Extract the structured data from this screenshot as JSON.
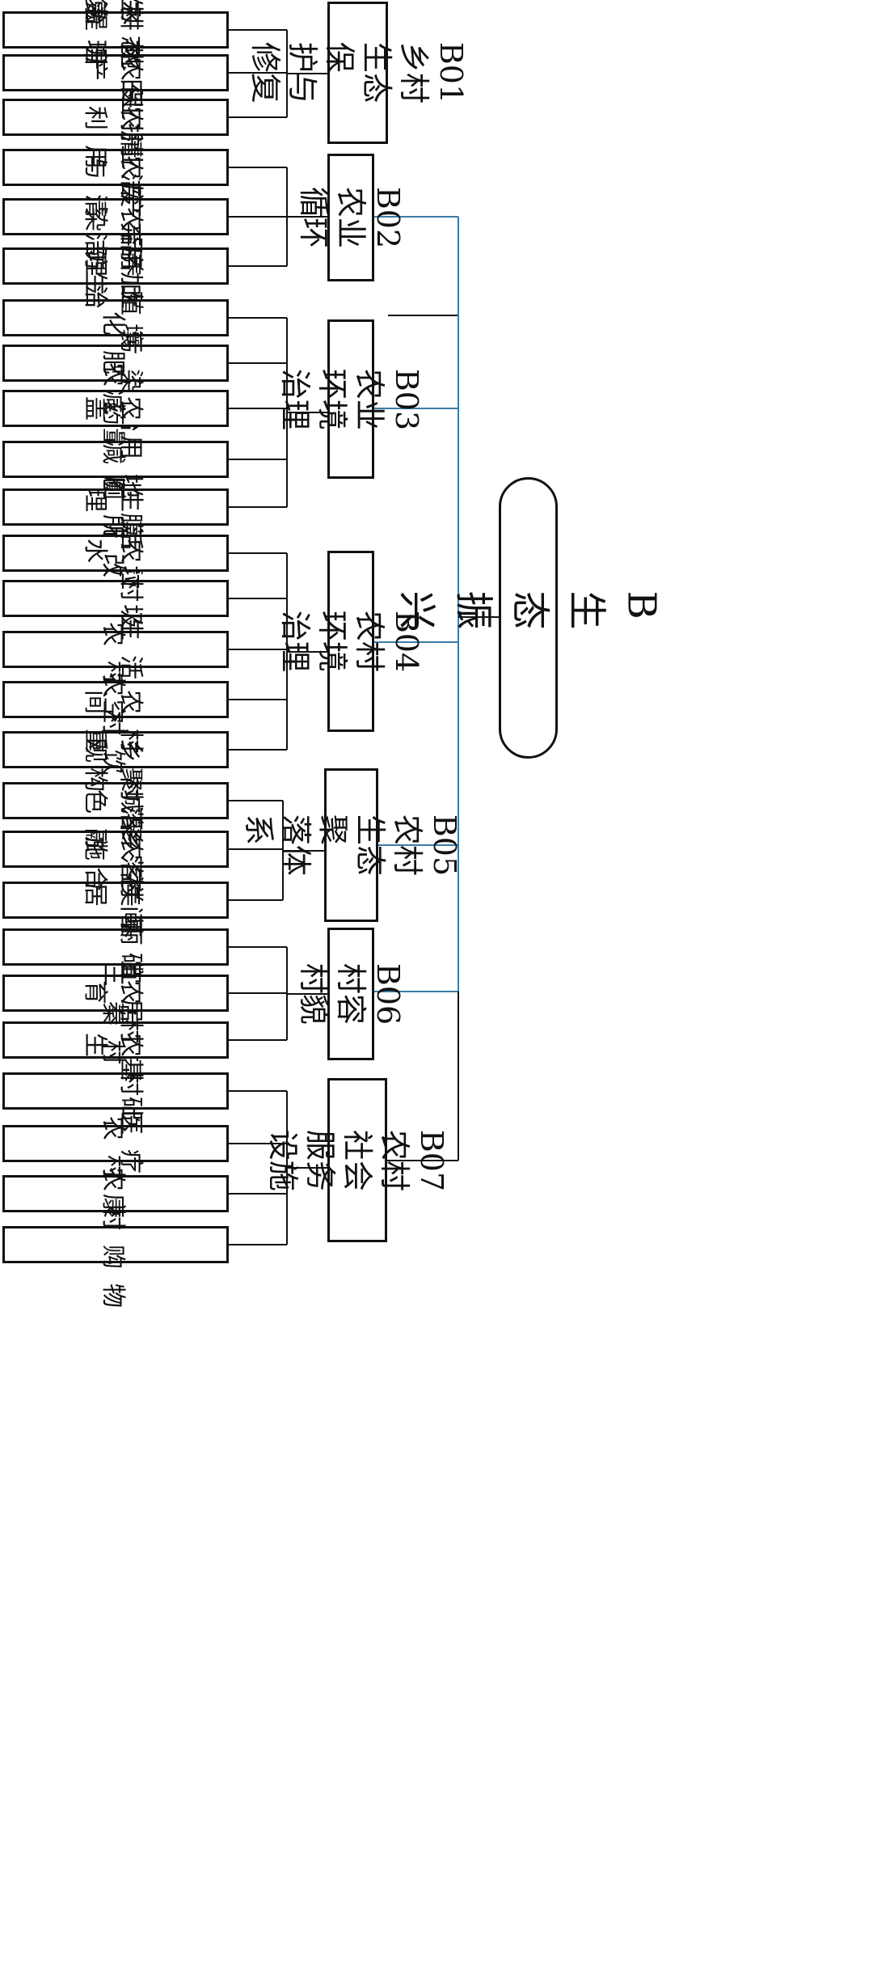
{
  "diagram": {
    "root": {
      "label": "B生态振兴"
    },
    "colors": {
      "line_dark": "#111111",
      "line_blue": "#3a7ca5"
    },
    "categories": [
      {
        "code": "B01",
        "label_line1": "B01乡村生态保",
        "label_line2": "护与修复",
        "leaves": [
          "乡村生态系统修复",
          "山水林田湖草治理",
          "耕地保护与提升"
        ]
      },
      {
        "code": "B02",
        "label_line1": "B02农业循环",
        "label_line2": "",
        "leaves": [
          "农业清洁生产",
          "农业废弃物利用",
          "农产品加工与清洁生产"
        ]
      },
      {
        "code": "B03",
        "label_line1": "B03农业环境治理",
        "label_line2": "",
        "leaves": [
          "农用土壤污染防治",
          "养殖污染治理",
          "化肥减量化",
          "农药减量化",
          "农用地膜覆盖"
        ]
      },
      {
        "code": "B04",
        "label_line1": "B04农村环境治理",
        "label_line2": "",
        "leaves": [
          "厕所改造",
          "生活垃圾处理",
          "农村生活污水",
          "农村空气",
          "农村饮水"
        ]
      },
      {
        "code": "B05",
        "label_line1": "B05农村生态聚",
        "label_line2": "落体系",
        "leaves": [
          "农村聚落空间重构",
          "乡村聚落景观",
          "城乡空间绿色融合"
        ]
      },
      {
        "code": "B06",
        "label_line1": "B06村容村貌",
        "label_line2": "",
        "leaves": [
          "农村基础设施",
          "美丽宜居村居",
          "三秦村落"
        ]
      },
      {
        "code": "B07",
        "label_line1": "B07农村社会服务",
        "label_line2": "设施",
        "leaves": [
          "农村基础教育",
          "农村医疗卫生",
          "农村康养",
          "农村购物"
        ]
      }
    ]
  }
}
